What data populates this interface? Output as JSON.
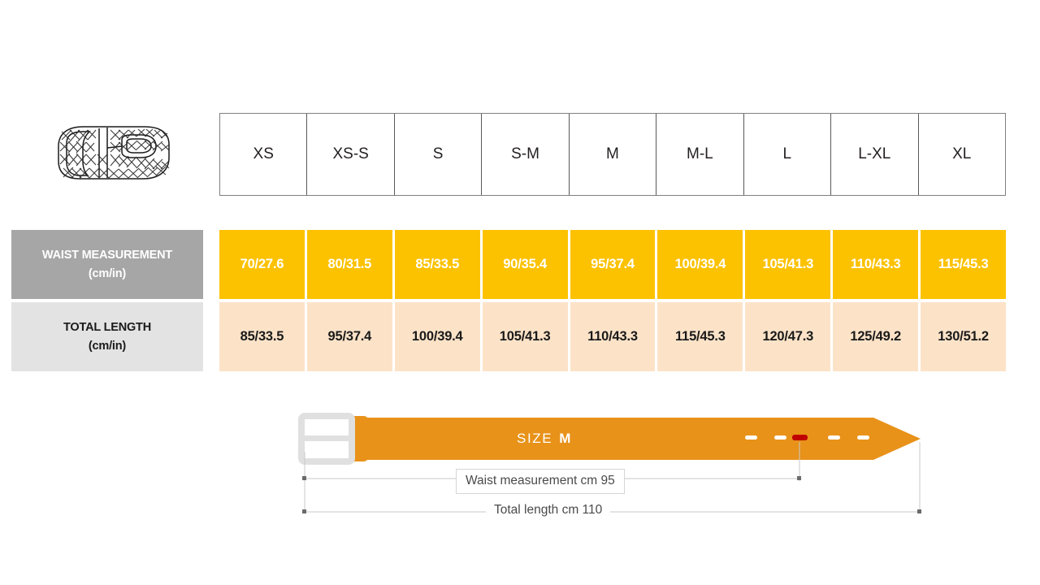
{
  "product_icon": {
    "name": "braided-belt-illustration",
    "alt": "Coiled braided belt line drawing"
  },
  "table": {
    "size_header": {
      "sizes": [
        "XS",
        "XS-S",
        "S",
        "S-M",
        "M",
        "M-L",
        "L",
        "L-XL",
        "XL"
      ]
    },
    "rows": [
      {
        "id": "waist",
        "label_main": "WAIST MEASUREMENT",
        "label_unit": "(cm/in)",
        "label_bg": "#a6a6a6",
        "label_color": "#ffffff",
        "cell_bg": "#fcc200",
        "cell_color": "#ffffff",
        "values": [
          "70/27.6",
          "80/31.5",
          "85/33.5",
          "90/35.4",
          "95/37.4",
          "100/39.4",
          "105/41.3",
          "110/43.3",
          "115/45.3"
        ]
      },
      {
        "id": "length",
        "label_main": "TOTAL LENGTH",
        "label_unit": "(cm/in)",
        "label_bg": "#e3e3e3",
        "label_color": "#1a1a1a",
        "cell_bg": "#fce3c8",
        "cell_color": "#1a1a1a",
        "values": [
          "85/33.5",
          "95/37.4",
          "100/39.4",
          "105/41.3",
          "110/43.3",
          "115/45.3",
          "120/47.3",
          "125/49.2",
          "130/51.2"
        ]
      }
    ]
  },
  "diagram": {
    "belt_color": "#e8921a",
    "buckle_color": "#e0e0e0",
    "size_prefix": "SIZE",
    "size_value": "M",
    "holes": {
      "count": 5,
      "active_index": 2,
      "hole_color": "#ffffff",
      "active_hole_color": "#c00000"
    },
    "waist_dimension_label": "Waist measurement cm 95",
    "total_length_dimension_label": "Total length cm 110",
    "dimension_line_color": "#c9c9c9"
  }
}
